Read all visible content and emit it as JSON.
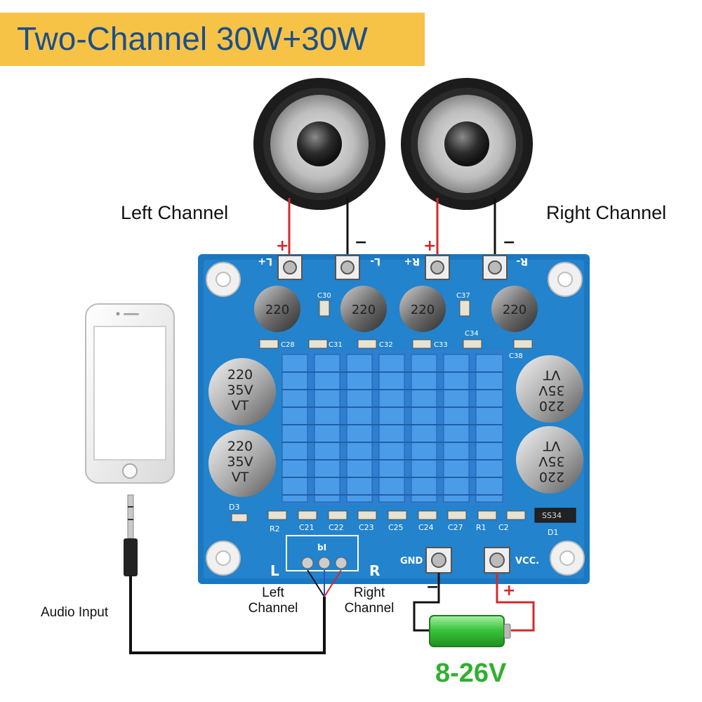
{
  "title": "Two-Channel 30W+30W",
  "labels": {
    "left_channel_top": "Left Channel",
    "right_channel_top": "Right Channel",
    "audio_input": "Audio Input",
    "left_channel_bottom": "Left\nChannel",
    "right_channel_bottom": "Right\nChannel",
    "voltage": "8-26V"
  },
  "terminals": {
    "l_plus": "L+",
    "l_minus": "L-",
    "r_plus": "R+",
    "r_minus": "R-",
    "gnd": "GND",
    "vcc": "VCC.",
    "input_l": "L",
    "input_r": "R",
    "input_connector": "bI"
  },
  "polarity": {
    "plus": "+",
    "minus": "−"
  },
  "capacitors": {
    "small_value": "220",
    "big_value": "220",
    "big_voltage": "35V",
    "big_series": "VT"
  },
  "components": {
    "c30": "C30",
    "c37": "C37",
    "c28": "C28",
    "c31": "C31",
    "c32": "C32",
    "c33": "C33",
    "c34": "C34",
    "c38": "C38",
    "d3": "D3",
    "r2": "R2",
    "c21": "C21",
    "c22": "C22",
    "c23": "C23",
    "c25": "C25",
    "c24": "C24",
    "c27": "C27",
    "r1": "R1",
    "c2": "C2",
    "d1": "D1",
    "ss34": "SS34"
  },
  "colors": {
    "banner": "#f7c347",
    "title": "#1a4f8c",
    "pcb": "#1b78c0",
    "heatsink": "#3b8ee0",
    "positive_wire": "#d62828",
    "negative_wire": "#111111",
    "battery": "#3cc63c",
    "voltage_text": "#2fb02f"
  }
}
